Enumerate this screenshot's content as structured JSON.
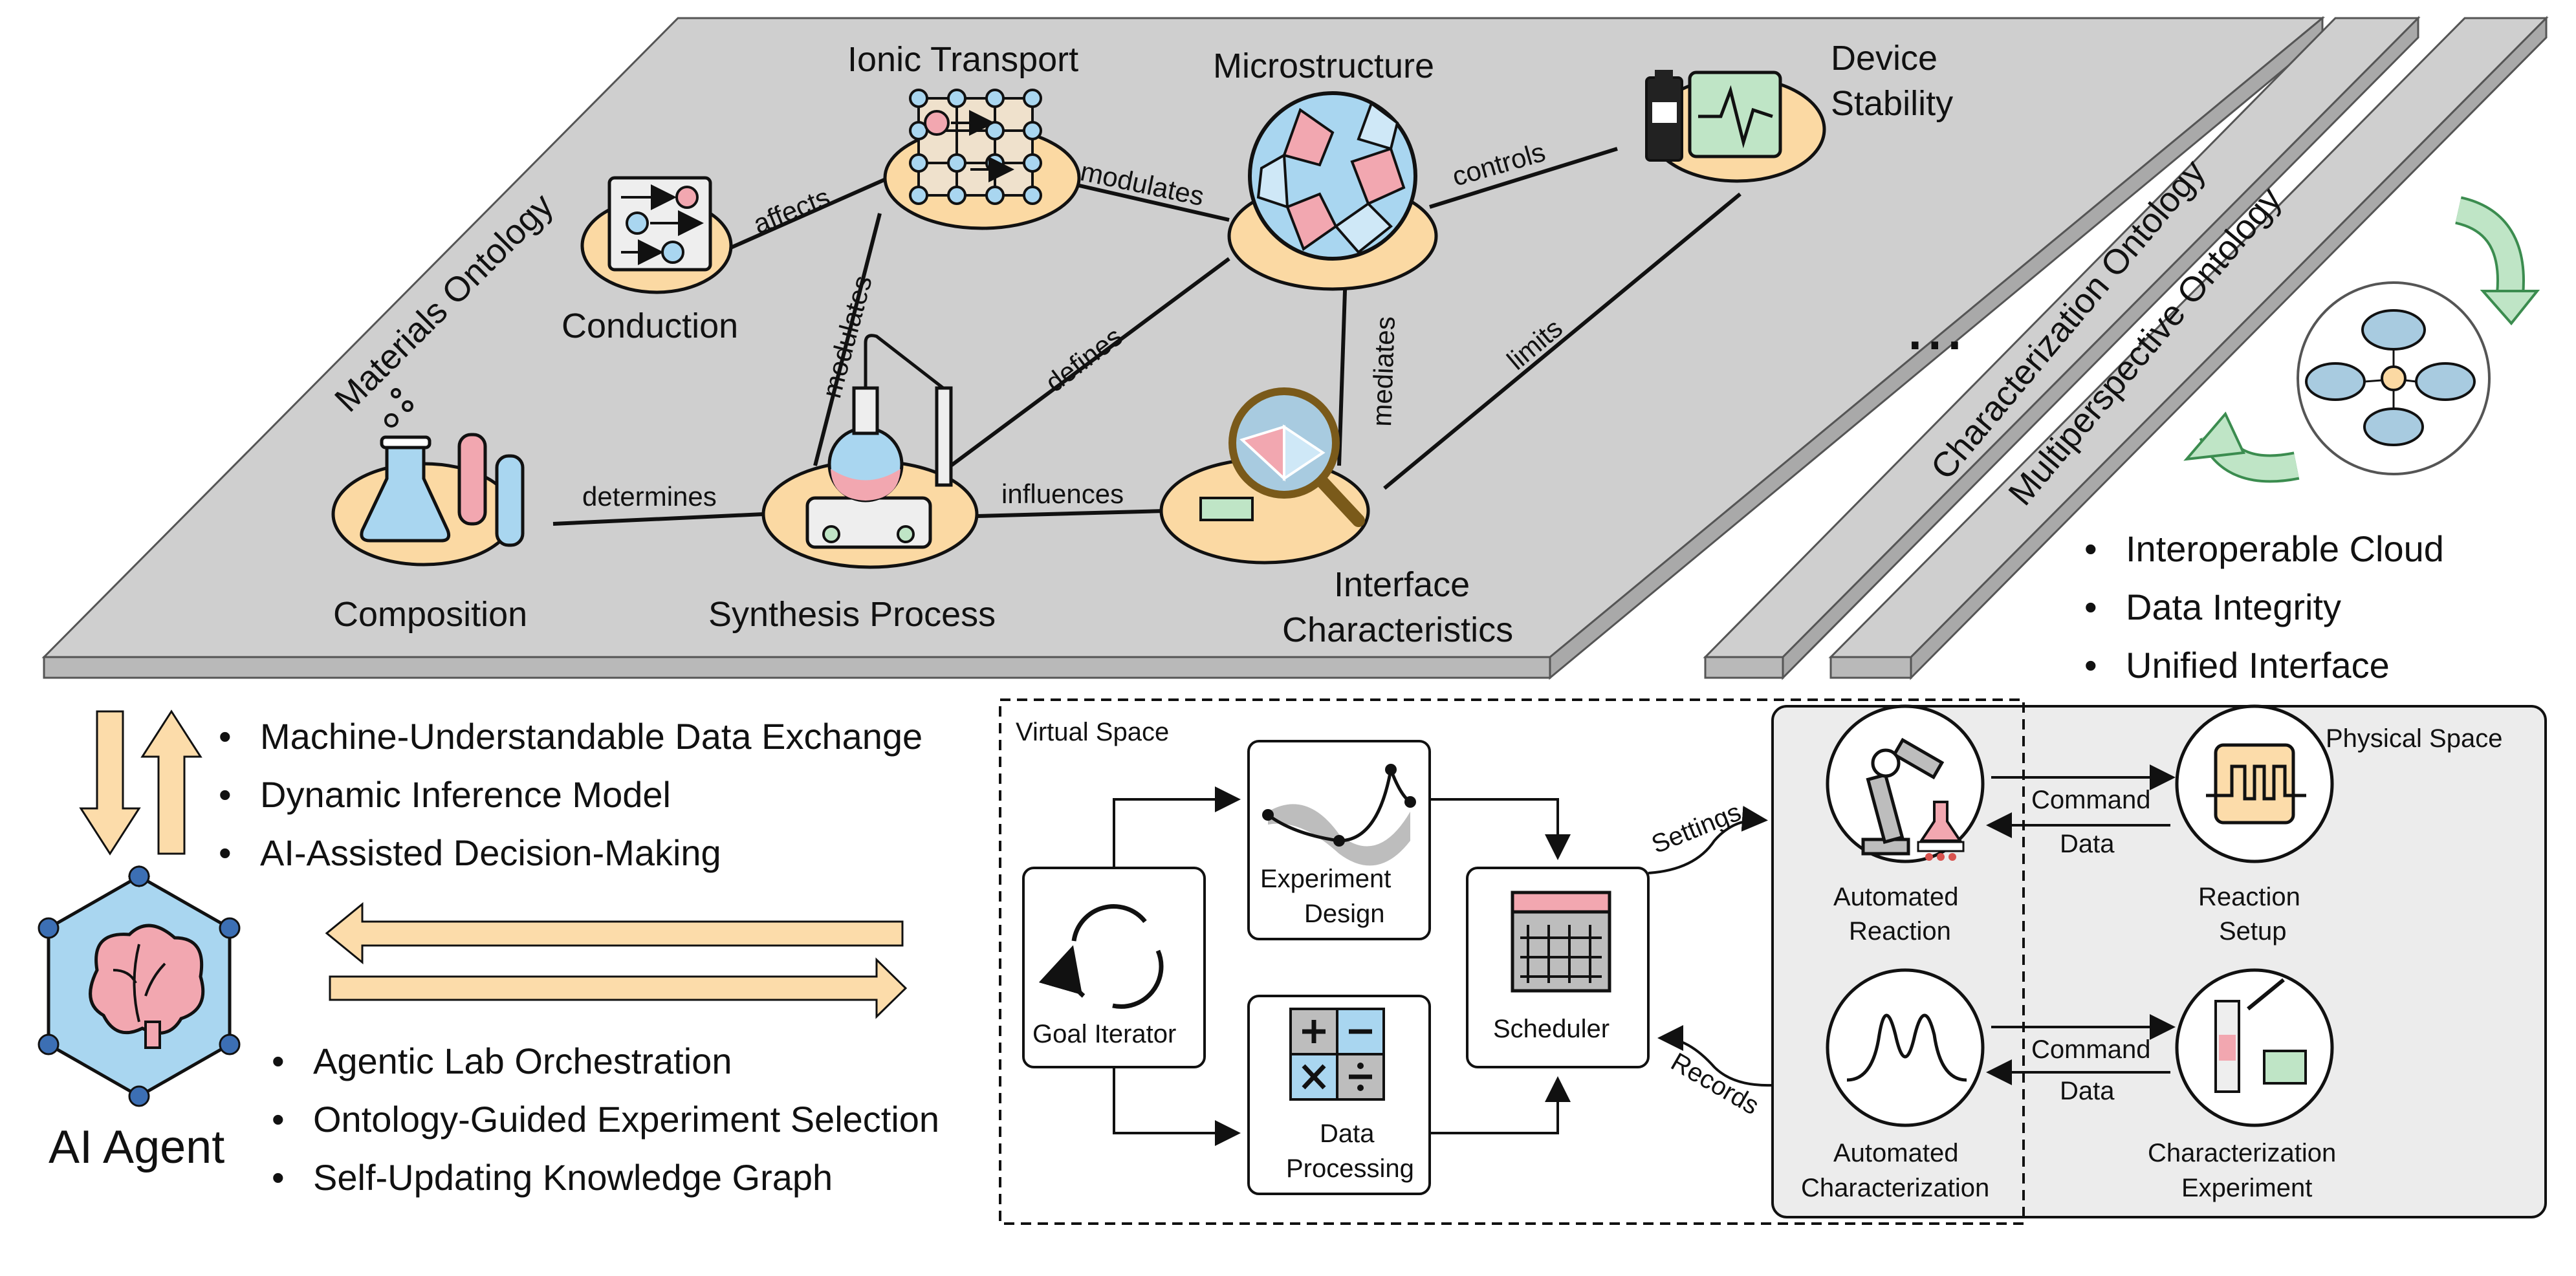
{
  "materials_ontology": {
    "title": "Materials Ontology",
    "nodes": {
      "composition": "Composition",
      "conduction": "Conduction",
      "ionic_transport": "Ionic Transport",
      "microstructure": "Microstructure",
      "device_stability_1": "Device",
      "device_stability_2": "Stability",
      "synthesis_process": "Synthesis Process",
      "interface_1": "Interface",
      "interface_2": "Characteristics"
    },
    "edges": {
      "affects": "affects",
      "modulates_top": "modulates",
      "controls": "controls",
      "modulates_vertical": "modulates",
      "defines": "defines",
      "mediates": "mediates",
      "limits": "limits",
      "determines": "determines",
      "influences": "influences"
    }
  },
  "other_ontologies": {
    "ellipsis": "...",
    "characterization": "Characterization Ontology",
    "multiperspective": "Multiperspective Ontology"
  },
  "cloud_features": [
    "Interoperable Cloud",
    "Data Integrity",
    "Unified Interface"
  ],
  "agent": {
    "label": "AI Agent",
    "features_top": [
      "Machine-Understandable Data Exchange",
      "Dynamic Inference Model",
      "AI-Assisted Decision-Making"
    ],
    "features_bottom": [
      "Agentic Lab Orchestration",
      "Ontology-Guided Experiment Selection",
      "Self-Updating Knowledge Graph"
    ]
  },
  "workflow": {
    "virtual_space": "Virtual Space",
    "physical_space": "Physical Space",
    "goal_iterator": "Goal Iterator",
    "experiment_design_1": "Experiment",
    "experiment_design_2": "Design",
    "data_processing_1": "Data",
    "data_processing_2": "Processing",
    "scheduler": "Scheduler",
    "settings": "Settings",
    "records": "Records",
    "automated_reaction_1": "Automated",
    "automated_reaction_2": "Reaction",
    "reaction_setup_1": "Reaction",
    "reaction_setup_2": "Setup",
    "automated_char_1": "Automated",
    "automated_char_2": "Characterization",
    "char_experiment_1": "Characterization",
    "char_experiment_2": "Experiment",
    "command": "Command",
    "data": "Data"
  },
  "colors": {
    "plane": "#cfcfcf",
    "node_fill": "#fbd9a3",
    "accent_blue": "#a9d6f0",
    "accent_pink": "#f2a7b0",
    "accent_green": "#bfe5c6",
    "arrow_orange": "#fcdcaa"
  }
}
